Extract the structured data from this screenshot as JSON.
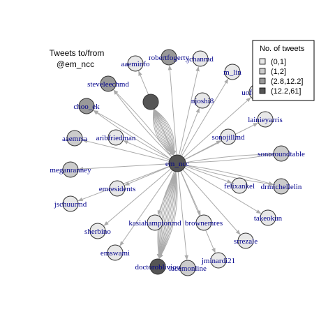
{
  "title": {
    "line1": "Tweets to/from",
    "line2": "@em_ncc"
  },
  "colors": {
    "edge": "#aaaaaa",
    "label": "#00008b",
    "node_stroke": "#333333",
    "bin_0": "#e8e8e8",
    "bin_1": "#cccccc",
    "bin_2": "#999999",
    "bin_3": "#555555"
  },
  "legend": {
    "title": "No. of tweets",
    "items": [
      {
        "label": "(0,1]",
        "bin": 0
      },
      {
        "label": "(1,2]",
        "bin": 1
      },
      {
        "label": "(2.8,12.2]",
        "bin": 2
      },
      {
        "label": "(12.2,61]",
        "bin": 3
      }
    ]
  },
  "graph": {
    "center": "em_ncc",
    "nodes": [
      {
        "id": "em_ncc",
        "bin": 3
      },
      {
        "id": "unlabeled",
        "label": "",
        "bin": 3
      },
      {
        "id": "robertfogerty",
        "bin": 2
      },
      {
        "id": "aaeminfo",
        "bin": 0
      },
      {
        "id": "jchanmd",
        "bin": 0
      },
      {
        "id": "m_lin",
        "bin": 0
      },
      {
        "id": "uofc",
        "label": "uofc",
        "bin": 0
      },
      {
        "id": "steveleechmd",
        "bin": 2
      },
      {
        "id": "choo_ek",
        "bin": 2
      },
      {
        "id": "njoshi8",
        "bin": 0
      },
      {
        "id": "lainieyarris",
        "bin": 0
      },
      {
        "id": "sonojillmd",
        "bin": 0
      },
      {
        "id": "aaemrsa",
        "bin": 1
      },
      {
        "id": "aribfriedman",
        "bin": 0
      },
      {
        "id": "sonoroundtable",
        "bin": 1
      },
      {
        "id": "meganranney",
        "bin": 1
      },
      {
        "id": "felixankel",
        "bin": 0
      },
      {
        "id": "drmichellelin",
        "bin": 1
      },
      {
        "id": "emresidents",
        "bin": 0
      },
      {
        "id": "jschuurmd",
        "bin": 0
      },
      {
        "id": "takeokun",
        "bin": 0
      },
      {
        "id": "sherbino",
        "bin": 0
      },
      {
        "id": "kasiahamptonmd",
        "bin": 0
      },
      {
        "id": "brownemres",
        "bin": 0
      },
      {
        "id": "srrezale",
        "bin": 0
      },
      {
        "id": "emswami",
        "bin": 0
      },
      {
        "id": "jminardi21",
        "bin": 0
      },
      {
        "id": "doctoroblivious",
        "bin": 3
      },
      {
        "id": "lacemonline",
        "bin": 1
      }
    ],
    "edges": [
      {
        "from": "em_ncc",
        "to": "robertfogerty",
        "count": 1
      },
      {
        "from": "em_ncc",
        "to": "aaeminfo",
        "count": 1
      },
      {
        "from": "em_ncc",
        "to": "jchanmd",
        "count": 1
      },
      {
        "from": "em_ncc",
        "to": "m_lin",
        "count": 1
      },
      {
        "from": "em_ncc",
        "to": "uofc",
        "count": 1
      },
      {
        "from": "em_ncc",
        "to": "steveleechmd",
        "count": 2
      },
      {
        "from": "em_ncc",
        "to": "choo_ek",
        "count": 2
      },
      {
        "from": "em_ncc",
        "to": "njoshi8",
        "count": 1
      },
      {
        "from": "em_ncc",
        "to": "lainieyarris",
        "count": 1
      },
      {
        "from": "em_ncc",
        "to": "sonojillmd",
        "count": 1
      },
      {
        "from": "em_ncc",
        "to": "aaemrsa",
        "count": 1
      },
      {
        "from": "em_ncc",
        "to": "aribfriedman",
        "count": 1
      },
      {
        "from": "em_ncc",
        "to": "sonoroundtable",
        "count": 2
      },
      {
        "from": "em_ncc",
        "to": "meganranney",
        "count": 1
      },
      {
        "from": "em_ncc",
        "to": "felixankel",
        "count": 1
      },
      {
        "from": "em_ncc",
        "to": "drmichellelin",
        "count": 2
      },
      {
        "from": "em_ncc",
        "to": "emresidents",
        "count": 1
      },
      {
        "from": "em_ncc",
        "to": "jschuurmd",
        "count": 1
      },
      {
        "from": "em_ncc",
        "to": "takeokun",
        "count": 1
      },
      {
        "from": "em_ncc",
        "to": "sherbino",
        "count": 1
      },
      {
        "from": "em_ncc",
        "to": "kasiahamptonmd",
        "count": 1
      },
      {
        "from": "em_ncc",
        "to": "brownemres",
        "count": 1
      },
      {
        "from": "em_ncc",
        "to": "srrezale",
        "count": 1
      },
      {
        "from": "em_ncc",
        "to": "emswami",
        "count": 1
      },
      {
        "from": "em_ncc",
        "to": "jminardi21",
        "count": 1
      },
      {
        "from": "em_ncc",
        "to": "lacemonline",
        "count": 1
      },
      {
        "from": "em_ncc",
        "to": "doctoroblivious",
        "count": 12
      },
      {
        "from": "unlabeled",
        "to": "em_ncc",
        "count": 12
      }
    ]
  }
}
